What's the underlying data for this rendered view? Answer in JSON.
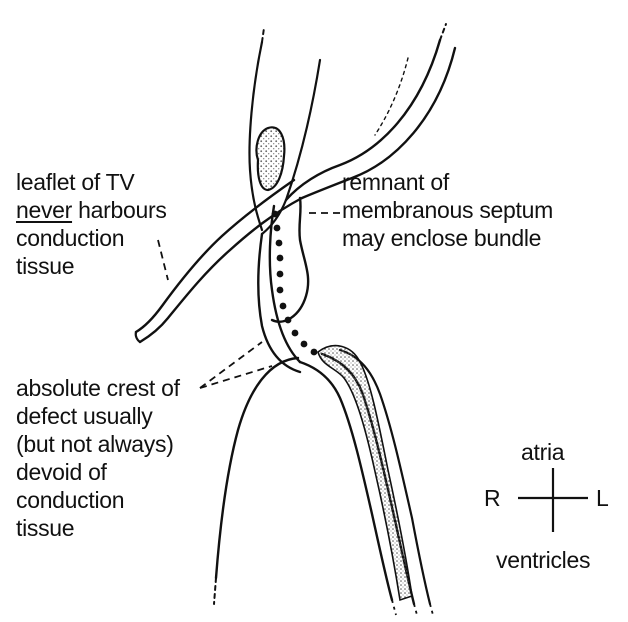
{
  "labels": {
    "tv_leaflet": {
      "line1": "leaflet of TV",
      "line2_emph": "never",
      "line2_rest": " harbours",
      "line3": "conduction",
      "line4": "tissue"
    },
    "membranous": {
      "line1": "remnant of",
      "line2": "membranous septum",
      "line3": "may enclose bundle"
    },
    "crest": {
      "line1": "absolute crest of",
      "line2": "defect usually",
      "line3": "(but not always)",
      "line4": "devoid of",
      "line5": "conduction",
      "line6": "tissue"
    }
  },
  "orientation": {
    "top": "atria",
    "bottom": "ventricles",
    "left": "R",
    "right": "L"
  },
  "colors": {
    "ink": "#111111",
    "background": "#ffffff",
    "stipple": "#777777"
  }
}
